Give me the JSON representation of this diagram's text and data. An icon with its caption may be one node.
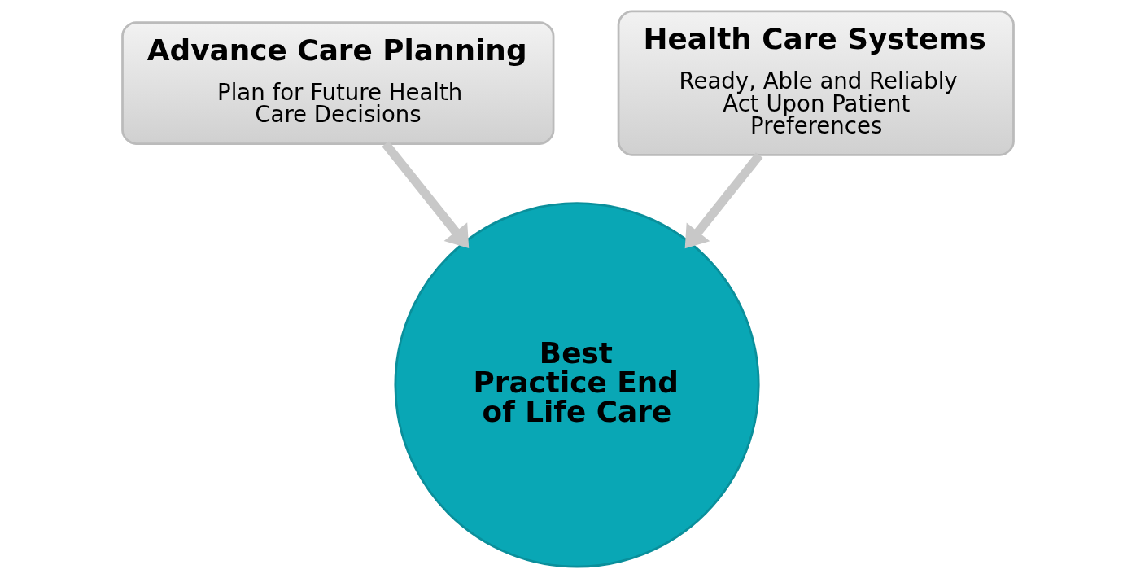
{
  "diagram": {
    "nodes": [
      {
        "text": [
          "Advance Care Planning",
          "Plan for Future Health Care Decisions"
        ]
      },
      {
        "text": [
          "Health Care Systems",
          "Ready, Able and Reliably Act Upon Patient Preferences"
        ]
      },
      {
        "text": [
          "Best Practice End of Life Care"
        ]
      }
    ],
    "edges": [
      {
        "from": 0,
        "to": 2,
        "arrow": "to"
      },
      {
        "from": 1,
        "to": 2,
        "arrow": "to"
      }
    ]
  }
}
